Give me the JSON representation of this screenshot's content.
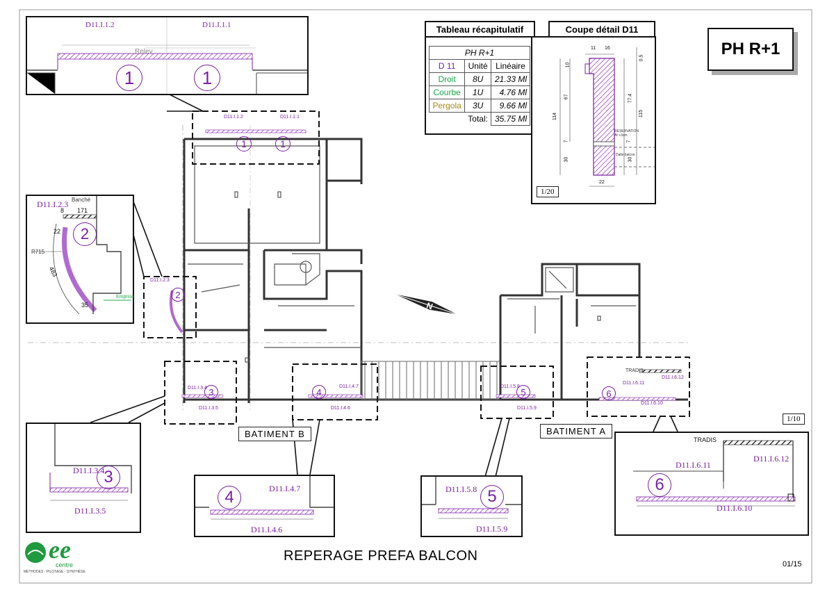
{
  "header": {
    "level": "PH R+1",
    "summary_title": "Tableau récapitulatif",
    "detail_title": "Coupe détail D11",
    "detail_scale": "1/20"
  },
  "summary_table": {
    "caption": "PH R+1",
    "columns": [
      "D 11",
      "Unité",
      "Linéaire"
    ],
    "rows": [
      {
        "type": "Droit",
        "unit": "8U",
        "linear": "21.33 Ml",
        "color": "#1aa84a"
      },
      {
        "type": "Courbe",
        "unit": "1U",
        "linear": "4.76 Ml",
        "color": "#1aa84a"
      },
      {
        "type": "Pergola",
        "unit": "3U",
        "linear": "9.66 Ml",
        "color": "#a38a10"
      }
    ],
    "total_label": "Total:",
    "total_value": "35.75 Ml"
  },
  "section_detail": {
    "dims_top": [
      "11",
      "16"
    ],
    "dim_small": "0.5",
    "dims_left": [
      "10",
      "67",
      "114",
      "7",
      "30"
    ],
    "dims_right": [
      "77.4",
      "115",
      "7",
      "30"
    ],
    "dim_bottom": "22",
    "note_reservation": "RESERVATION\nAt +3cm",
    "note_slab": "Dalle balcon"
  },
  "callouts": {
    "c1": {
      "num": "1",
      "labels": [
        "D11.I.1.2",
        "D11.I.1.1"
      ],
      "note": "Relev"
    },
    "c2": {
      "num": "2",
      "label": "D11.I.2.3",
      "banche": "Banché",
      "dims": [
        "8",
        "171",
        "22",
        "35"
      ],
      "radius": "R715",
      "arc": "483",
      "note": "Emprise"
    },
    "c3": {
      "num": "3",
      "labels": [
        "D11.I.3.4",
        "D11.I.3.5"
      ]
    },
    "c4": {
      "num": "4",
      "labels": [
        "D11.I.4.7",
        "D11.I.4.6"
      ]
    },
    "c5": {
      "num": "5",
      "labels": [
        "D11.I.5.8",
        "D11.I.5.9"
      ]
    },
    "c6": {
      "num": "6",
      "labels": [
        "D11.I.6.11",
        "D11.I.6.12",
        "D11.I.6.10"
      ],
      "tradis": "TRADIS"
    }
  },
  "plan_labels": {
    "small_1": [
      "D11.I.1.2",
      "D11.I.1.1"
    ],
    "small_2": "D11.I.2.3",
    "small_3": [
      "D11.I.3.4",
      "D11.I.3.5"
    ],
    "small_4": [
      "D11.I.4.7",
      "D11.I.4.6"
    ],
    "small_5": [
      "D11.I.5.8",
      "D11.I.5.9"
    ],
    "small_6": [
      "D11.I.6.11",
      "D11.I.6.12",
      "D11.I.6.10"
    ],
    "tradis": "TRADIS"
  },
  "buildings": {
    "b": "BATIMENT B",
    "a": "BATIMENT A"
  },
  "plan_scale": "1/10",
  "footer": {
    "title": "REPERAGE PREFA BALCON",
    "page": "01/15",
    "logo_text": "ee",
    "logo_sub": "centre",
    "logo_tagline": "MÉTHODES - PILOTAGE - SYNTHÈSE"
  },
  "colors": {
    "accent": "#7a1fa2",
    "hatch": "#b06ad0",
    "logo_green": "#1f9a3f"
  }
}
